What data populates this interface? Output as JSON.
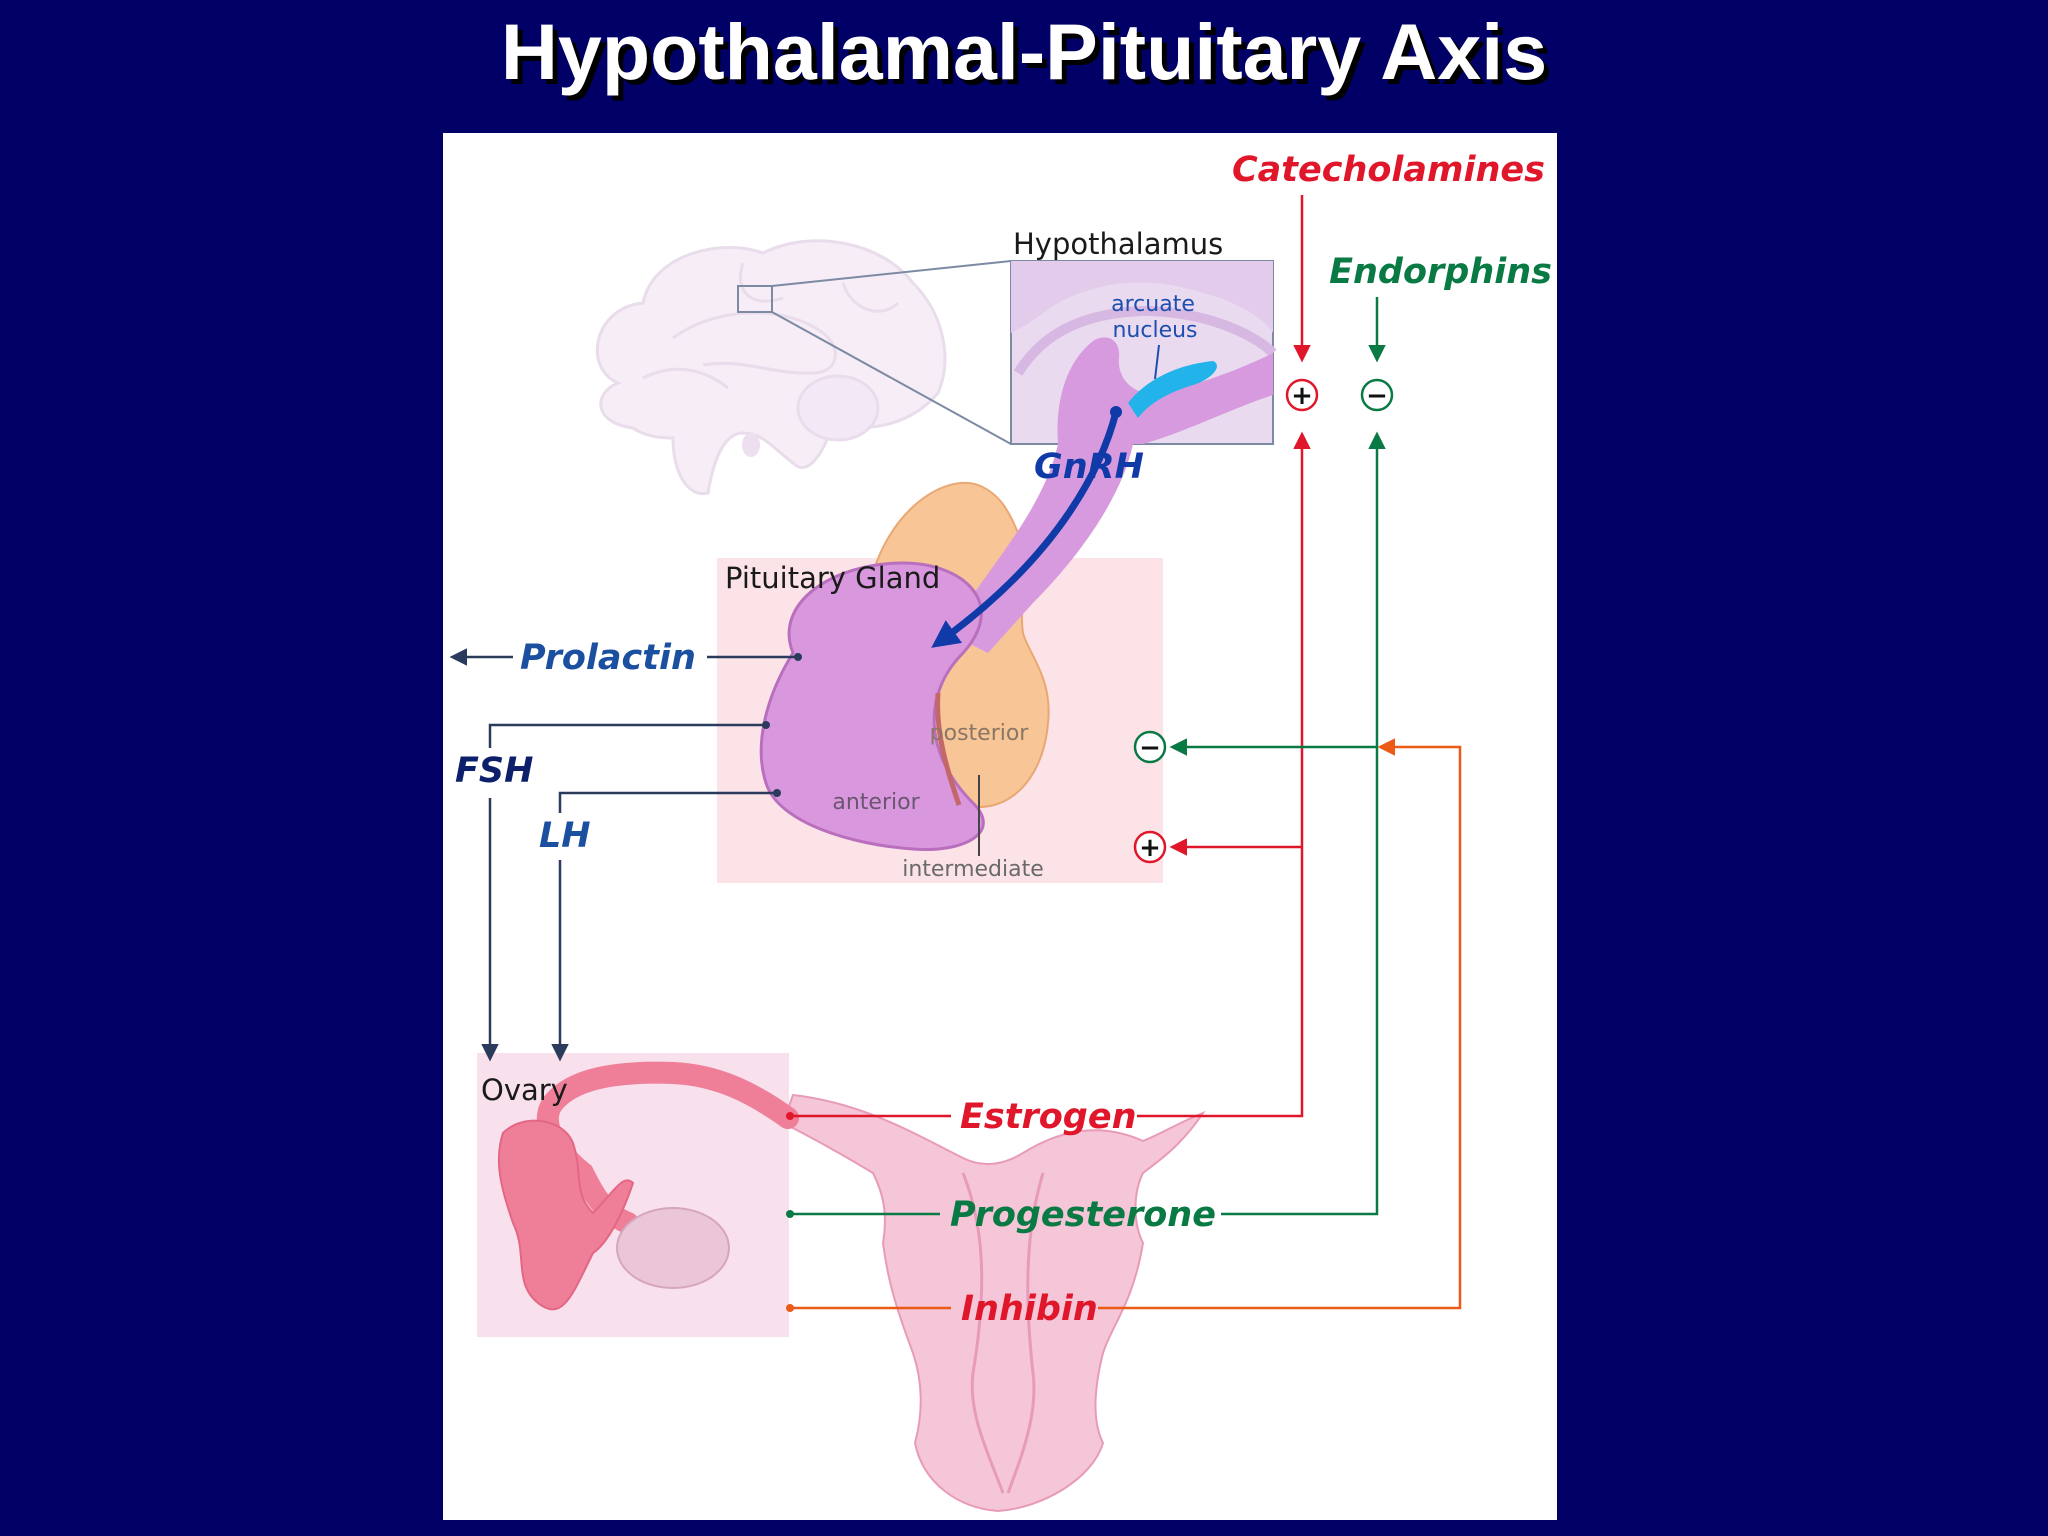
{
  "slide": {
    "title": "Hypothalamal-Pituitary Axis"
  },
  "colors": {
    "background": "#010066",
    "stimulatory": "#e0162b",
    "inhibitory": "#0a7a45",
    "inhibin": "#ec5a17",
    "gnrh": "#0f3aa8",
    "pituitary_output": "#2a3b5c",
    "prolactin": "#1b4fa0"
  },
  "labels": {
    "hypothalamus": "Hypothalamus",
    "arcuate_nucleus": [
      "arcuate",
      "nucleus"
    ],
    "pituitary_gland": "Pituitary Gland",
    "posterior": "posterior",
    "anterior": "anterior",
    "intermediate": "intermediate",
    "ovary": "Ovary"
  },
  "hormones": {
    "catecholamines": "Catecholamines",
    "endorphins": "Endorphins",
    "gnrh": "GnRH",
    "prolactin": "Prolactin",
    "fsh": "FSH",
    "lh": "LH",
    "estrogen": "Estrogen",
    "progesterone": "Progesterone",
    "inhibin": "Inhibin"
  },
  "signs": {
    "plus": "+",
    "minus": "−"
  }
}
